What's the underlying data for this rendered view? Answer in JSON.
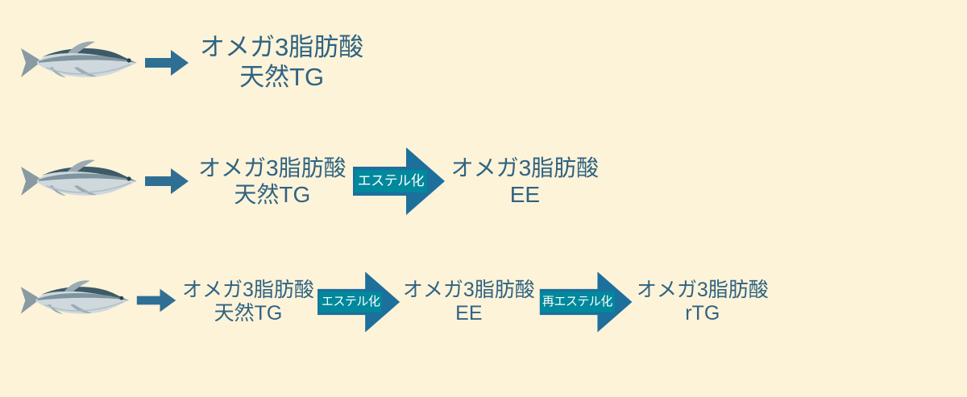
{
  "page": {
    "background_color": "#fdf3d9",
    "text_color": "#2f6382",
    "accent_color": "#1c6f9c",
    "process_label_bg": "#00889c",
    "process_label_color": "#ffffff"
  },
  "rows": [
    {
      "id": "row-natural-tg",
      "fish_icon": "fish-icon",
      "arrow_icon": "arrow-right-icon",
      "stages": [
        {
          "line1": "オメガ3脂肪酸",
          "line2": "天然TG"
        }
      ],
      "processes": []
    },
    {
      "id": "row-ee",
      "fish_icon": "fish-icon",
      "arrow_icon": "arrow-right-icon",
      "stages": [
        {
          "line1": "オメガ3脂肪酸",
          "line2": "天然TG"
        },
        {
          "line1": "オメガ3脂肪酸",
          "line2": "EE"
        }
      ],
      "processes": [
        {
          "label": "エステル化",
          "icon": "process-arrow-icon"
        }
      ]
    },
    {
      "id": "row-rtg",
      "fish_icon": "fish-icon",
      "arrow_icon": "arrow-right-icon",
      "stages": [
        {
          "line1": "オメガ3脂肪酸",
          "line2": "天然TG"
        },
        {
          "line1": "オメガ3脂肪酸",
          "line2": "EE"
        },
        {
          "line1": "オメガ3脂肪酸",
          "line2": "rTG"
        }
      ],
      "processes": [
        {
          "label": "エステル化",
          "icon": "process-arrow-icon"
        },
        {
          "label": "再エステル化",
          "icon": "process-arrow-icon"
        }
      ]
    }
  ]
}
